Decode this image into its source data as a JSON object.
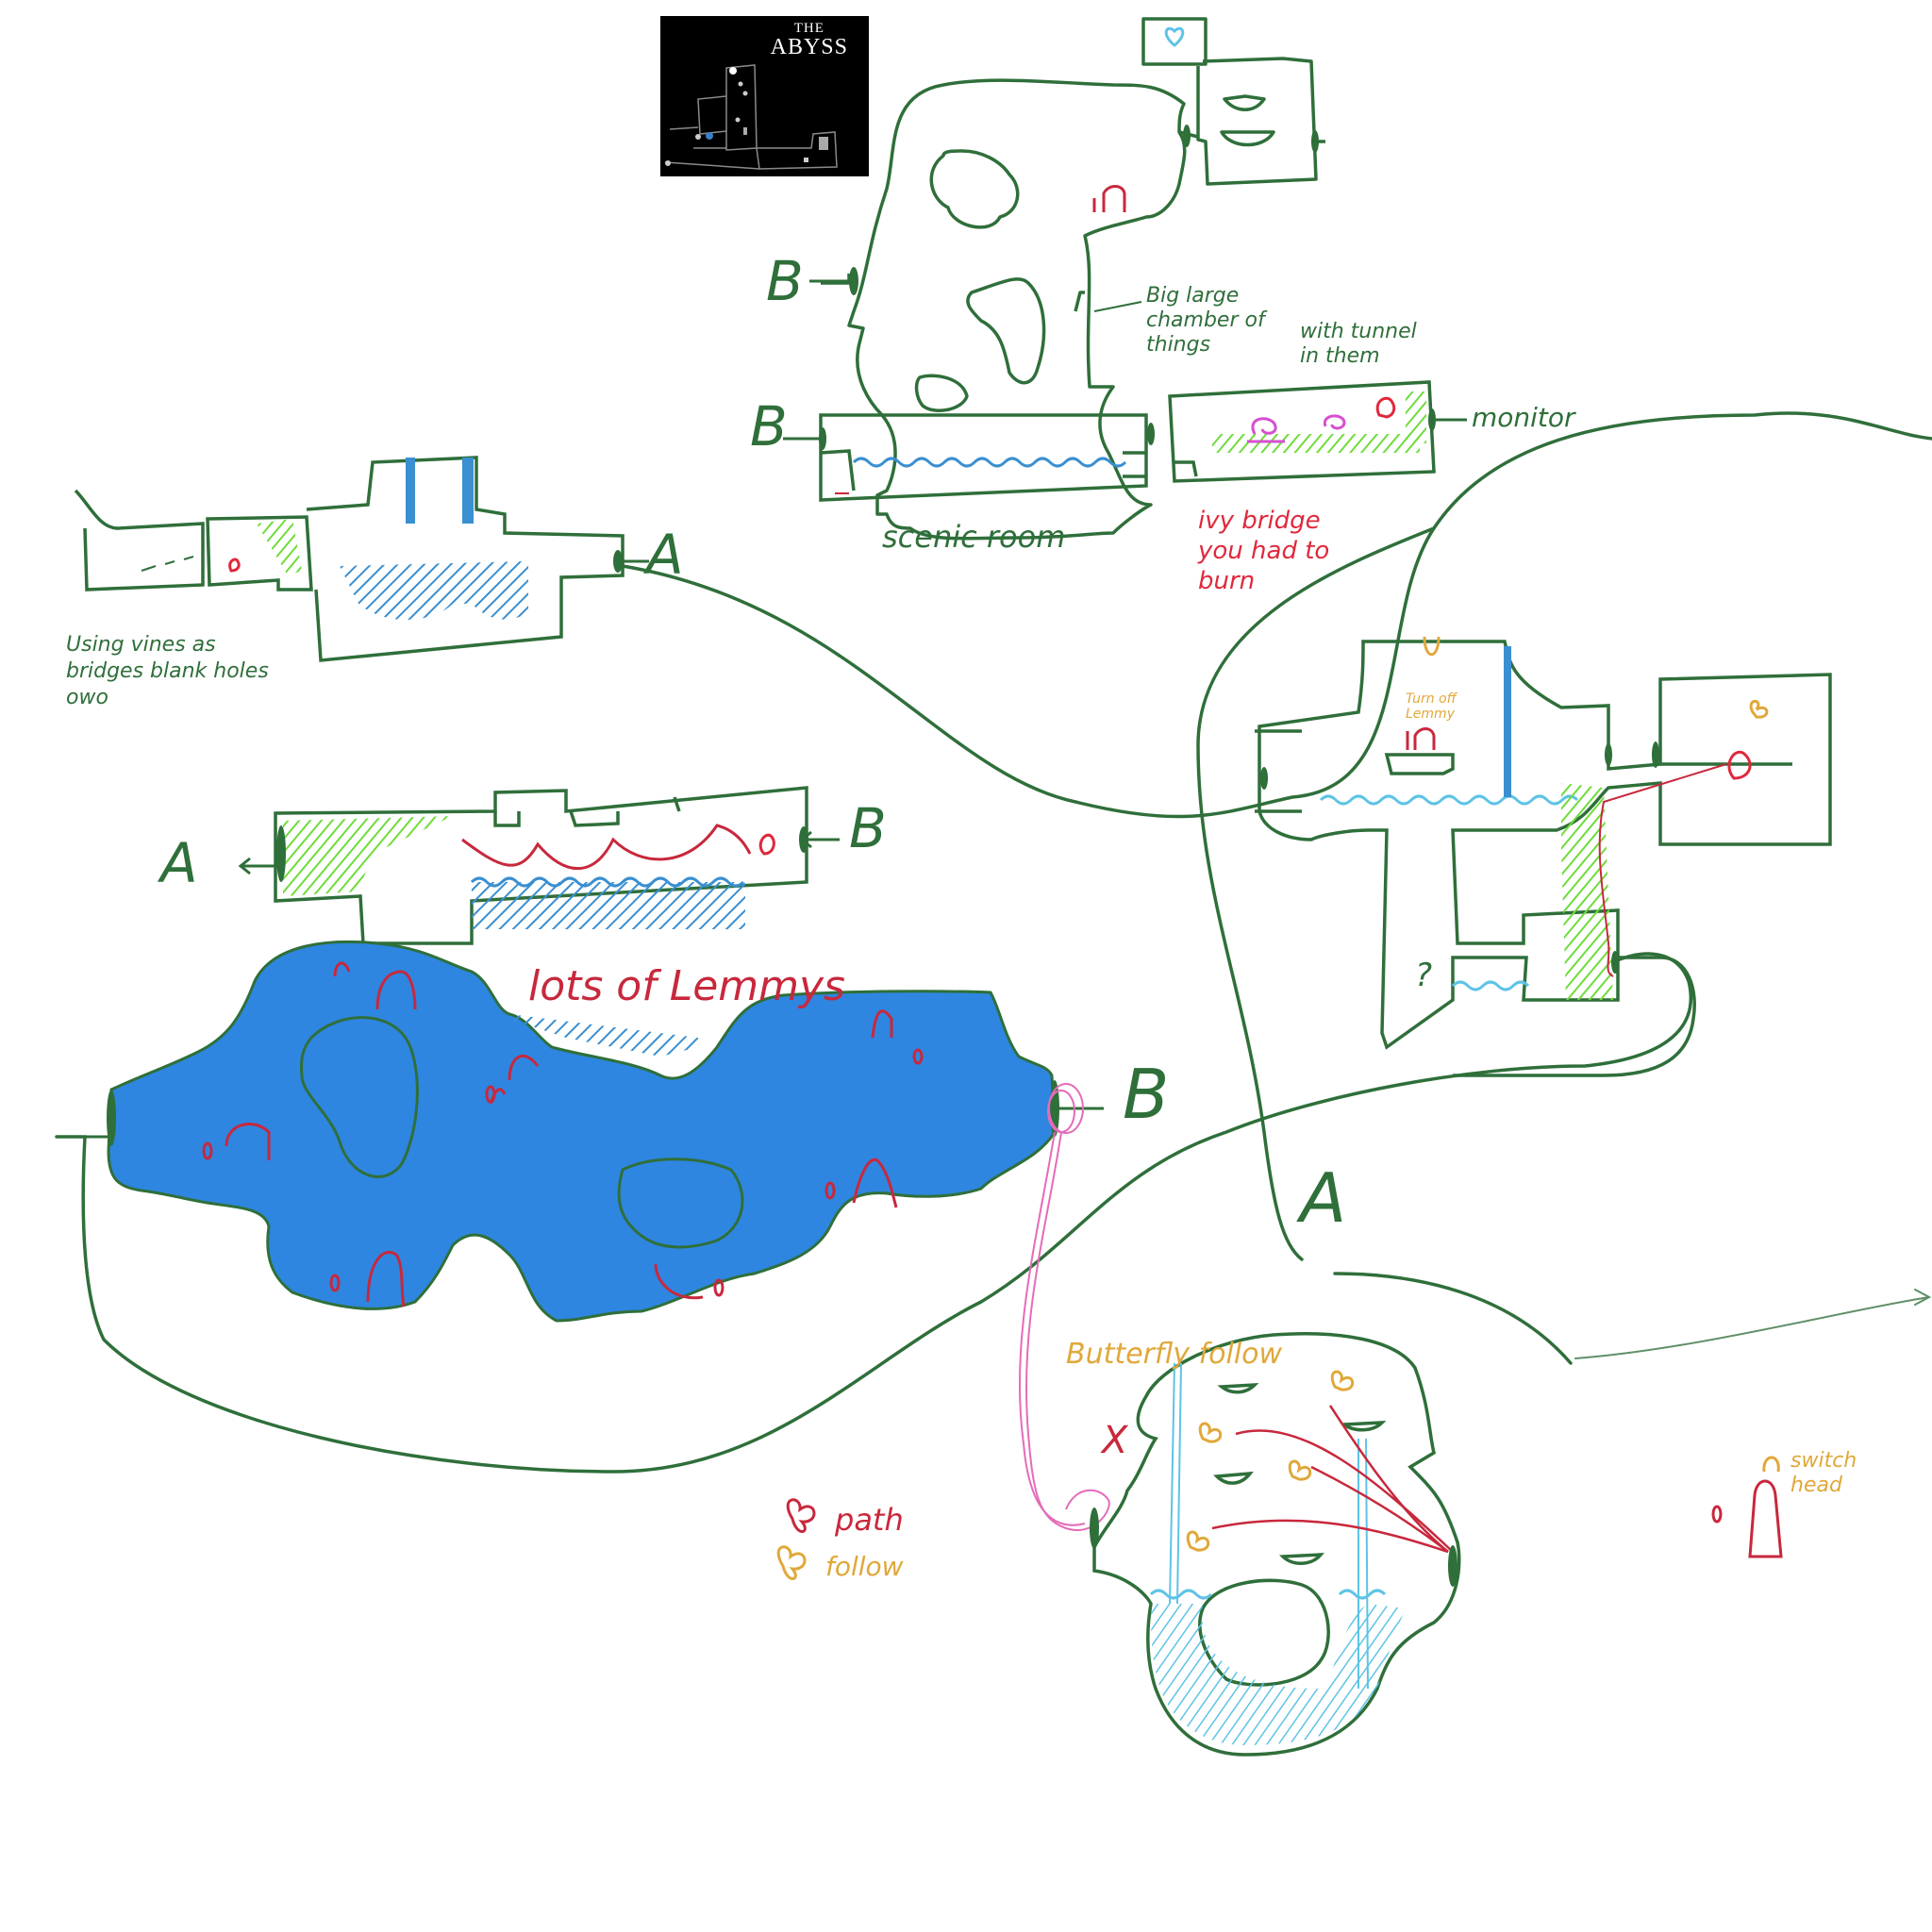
{
  "minimap": {
    "title_small": "THE",
    "title_big": "ABYSS"
  },
  "labels": {
    "b_top_1": "B",
    "b_top_2": "B",
    "big_chamber": "Big large chamber of things",
    "with_tunnel": "with tunnel in them",
    "scenic_room": "scenic room",
    "ivy_bridge": "ivy bridge you had to burn",
    "monitor": "monitor",
    "a_topleft": "A",
    "using_vines": "Using vines as bridges blank holes owo",
    "a_mid": "A",
    "b_mid": "B",
    "lots_of_lemmys": "lots of Lemmys",
    "b_lake": "B",
    "turn_off_lemmy": "Turn off Lemmy",
    "question": "?",
    "a_right": "A",
    "butterfly_follow": "Butterfly follow",
    "x_mark": "X",
    "path": "path",
    "follow": "follow",
    "switch_head": "switch head"
  },
  "colors": {
    "outline": "#2f6f3a",
    "lake": "#2e86e0",
    "vine": "#6fdc3a",
    "water": "#3a8fd0",
    "cyan": "#5ec3e6",
    "red": "#c8283c",
    "pink": "#e56bb8",
    "orange": "#e0a83a",
    "magenta": "#d64fd0"
  }
}
